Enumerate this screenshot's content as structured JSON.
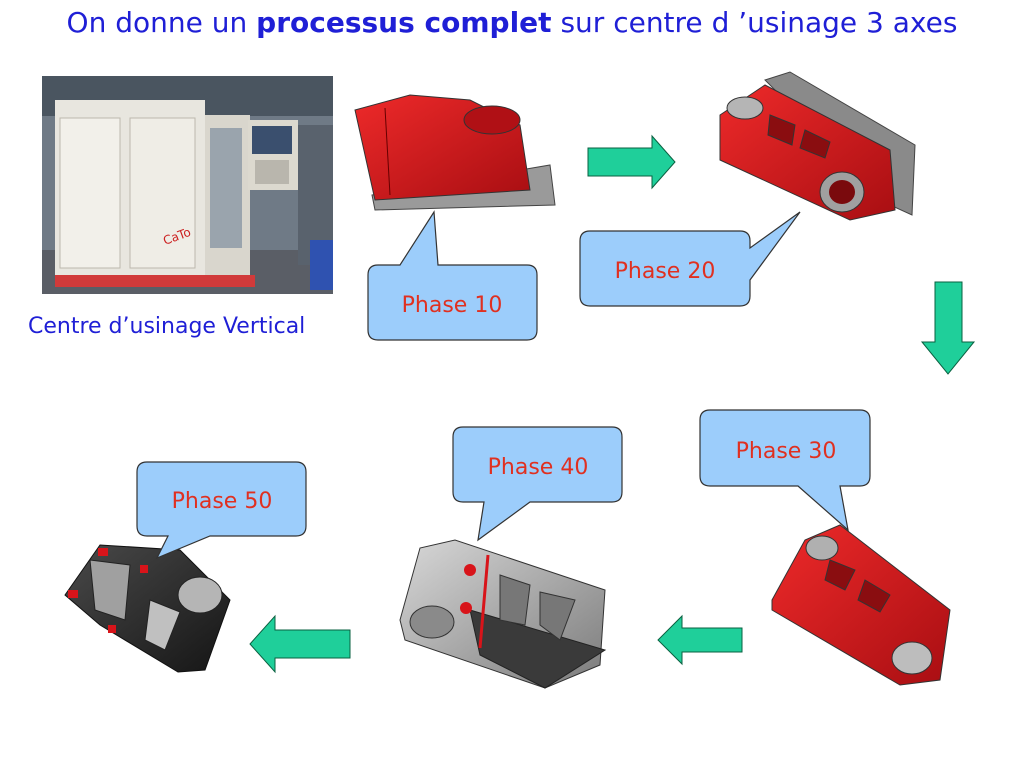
{
  "title": {
    "part1": "On donne un ",
    "part2": "processus complet",
    "part3": " sur centre d ’usinage 3 axes"
  },
  "machine_caption": "Centre d’usinage Vertical",
  "machine_brand": "CaTo",
  "phases": [
    {
      "label": "Phase 10"
    },
    {
      "label": "Phase 20"
    },
    {
      "label": "Phase 30"
    },
    {
      "label": "Phase 40"
    },
    {
      "label": "Phase 50"
    }
  ],
  "colors": {
    "title": "#1f1fd6",
    "bubble_fill": "#9ccdfb",
    "bubble_text": "#e03020",
    "arrow_fill": "#1fcf9a",
    "part_red": "#d8141a",
    "part_grey": "#9a9a9a",
    "part_dark": "#2a2a2a"
  }
}
